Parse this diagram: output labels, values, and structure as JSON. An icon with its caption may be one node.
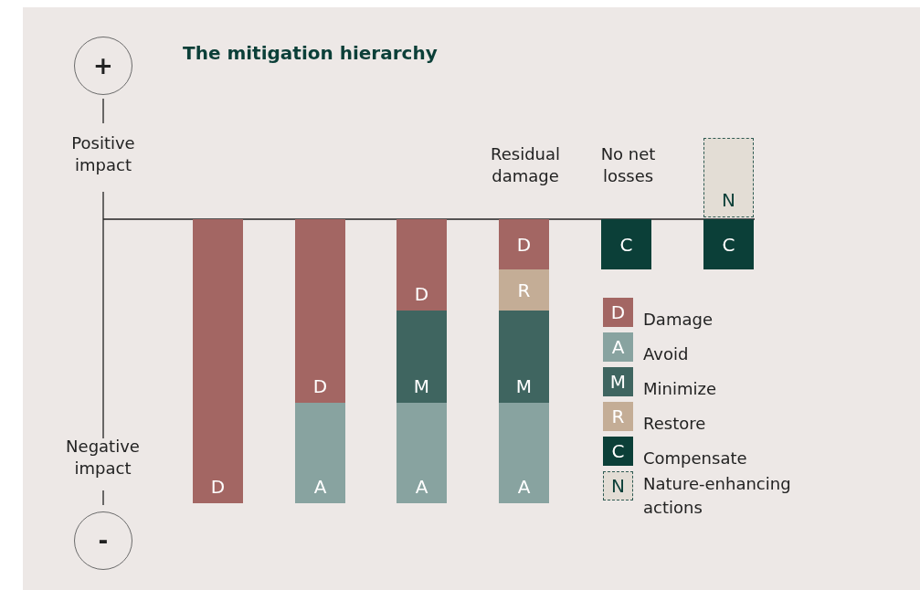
{
  "diagram": {
    "title": "The mitigation hierarchy",
    "nodes": [
      {
        "text": [
          "+"
        ]
      },
      {
        "text": [
          "D"
        ]
      },
      {
        "text": [
          "D"
        ]
      },
      {
        "text": [
          "A"
        ]
      },
      {
        "text": [
          "D"
        ]
      },
      {
        "text": [
          "M"
        ]
      },
      {
        "text": [
          "A"
        ]
      },
      {
        "text": [
          "D"
        ]
      },
      {
        "text": [
          "R"
        ]
      },
      {
        "text": [
          "M"
        ]
      },
      {
        "text": [
          "A"
        ]
      },
      {
        "text": [
          "C"
        ]
      },
      {
        "text": [
          "N"
        ]
      },
      {
        "text": [
          "C"
        ]
      },
      {
        "text": [
          "-"
        ]
      }
    ],
    "labels": [
      "Positive impact",
      "Residual damage",
      "No net losses",
      "Negative impact",
      "D",
      "A",
      "M",
      "R",
      "C",
      "N"
    ],
    "legend": [
      {
        "text": "Damage",
        "color": "#a36663"
      },
      {
        "text": "Avoid",
        "color": "#88a3a0"
      },
      {
        "text": "Minimize",
        "color": "#3f6560"
      },
      {
        "text": "Restore",
        "color": "#c4ad96"
      },
      {
        "text": "Compensate",
        "color": "#0b3f38"
      },
      {
        "text": "Nature-enhancing actions",
        "color": "#e3ddd5"
      }
    ]
  }
}
